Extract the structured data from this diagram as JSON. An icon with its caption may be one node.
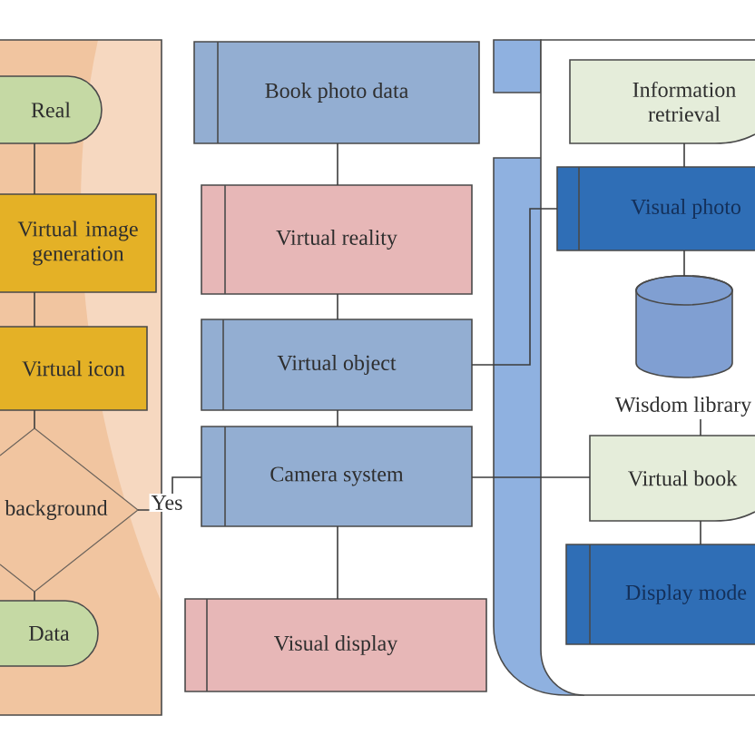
{
  "diagram": {
    "nodes": [
      {
        "text": [],
        "shape": "box"
      },
      {
        "text": [
          "Real"
        ],
        "in": 0
      },
      {
        "text": [
          "Virtual image generation"
        ],
        "in": 0
      },
      {
        "text": [
          "Virtual icon"
        ],
        "in": 0
      },
      {
        "text": [
          "background"
        ],
        "in": 0
      },
      {
        "text": [
          "Data"
        ],
        "in": 0
      },
      {
        "text": [
          "Book photo data"
        ]
      },
      {
        "text": [
          "Virtual reality"
        ]
      },
      {
        "text": [
          "Virtual object"
        ]
      },
      {
        "text": [
          "Camera system"
        ]
      },
      {
        "text": [
          "Visual display"
        ]
      },
      {
        "text": [],
        "shape": "box"
      },
      {
        "text": [],
        "shape": "box"
      },
      {
        "text": [
          "Information retrieval"
        ],
        "in": 12
      },
      {
        "text": [
          "Visual photo"
        ],
        "in": 12
      },
      {
        "text": [
          "Wisdom library"
        ],
        "in": 12
      },
      {
        "text": [
          "Virtual book"
        ],
        "in": 12
      },
      {
        "text": [
          "Display mode"
        ],
        "in": 12
      }
    ],
    "edges": [
      {
        "from": 1,
        "to": 2,
        "arrow": "none"
      },
      {
        "from": 2,
        "to": 3,
        "arrow": "none"
      },
      {
        "from": 3,
        "to": 4,
        "arrow": "none"
      },
      {
        "from": 4,
        "to": 5,
        "arrow": "none"
      },
      {
        "from": 4,
        "to": 9,
        "arrow": "none",
        "label": "Yes"
      },
      {
        "from": 6,
        "to": 7,
        "arrow": "none"
      },
      {
        "from": 7,
        "to": 8,
        "arrow": "none"
      },
      {
        "from": 8,
        "to": 9,
        "arrow": "none"
      },
      {
        "from": 9,
        "to": 10,
        "arrow": "none"
      },
      {
        "from": 8,
        "to": 14,
        "arrow": "none"
      },
      {
        "from": 9,
        "to": 16,
        "arrow": "none"
      },
      {
        "from": 13,
        "to": 14,
        "arrow": "none"
      },
      {
        "from": 14,
        "to": 15,
        "arrow": "none"
      },
      {
        "from": 15,
        "to": 16,
        "arrow": "none"
      },
      {
        "from": 16,
        "to": 17,
        "arrow": "none"
      }
    ]
  }
}
